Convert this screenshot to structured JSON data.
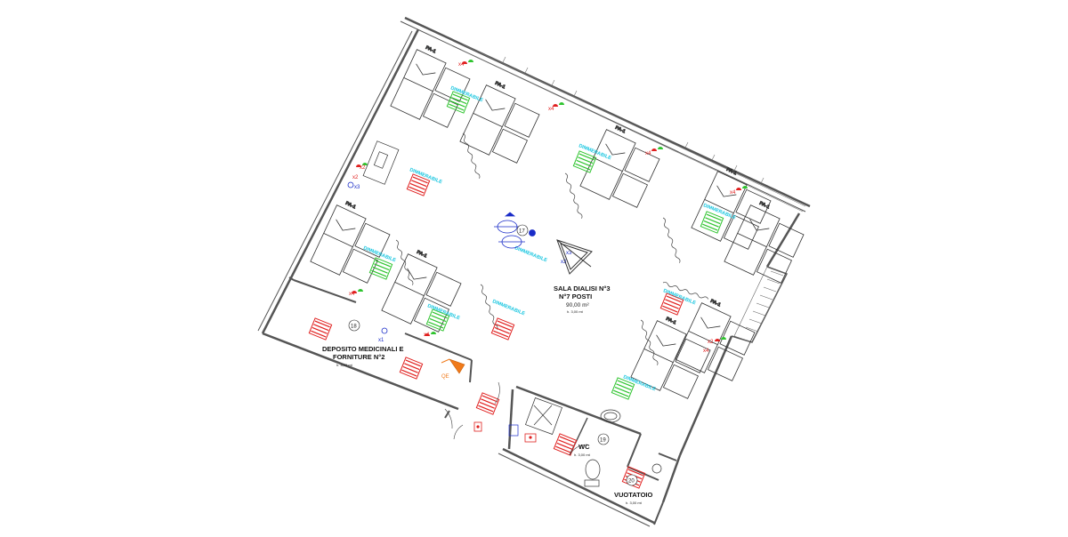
{
  "rooms": {
    "sala": {
      "title": "SALA DIALISI N°3",
      "posts": "N°7 POSTI",
      "area": "90,00 m²",
      "height": "h. 3,00 mt",
      "number": "17"
    },
    "deposito": {
      "title_line1": "DEPOSITO MEDICINALI E",
      "title_line2": "FORNITURE N°2",
      "height": "h. 3,00 mt",
      "number": "18"
    },
    "wc": {
      "title": "WC",
      "height": "h. 3,00 mt",
      "number": "19"
    },
    "vuotatoio": {
      "title": "VUOTATOIO",
      "height": "h. 3,00 mt",
      "number": "20"
    }
  },
  "annotations": {
    "dimmerabile": "DIMMERABILE",
    "bed_tag": "PA-1",
    "counts": {
      "x1": "x1",
      "x2": "x2",
      "x3": "x3",
      "x4": "x4"
    },
    "qe": "QE"
  },
  "colors": {
    "walls": "#555555",
    "furniture": "#333333",
    "light_red": "#e0201f",
    "light_green": "#2fc42f",
    "cyan_text": "#19c6e0",
    "blue_symbol": "#1a2cc8",
    "orange_panel": "#f07a1a"
  }
}
